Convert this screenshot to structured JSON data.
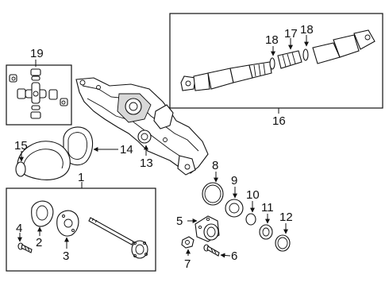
{
  "callouts": [
    "1",
    "2",
    "3",
    "4",
    "5",
    "6",
    "7",
    "8",
    "9",
    "10",
    "11",
    "12",
    "13",
    "14",
    "15",
    "16",
    "17",
    "18",
    "18",
    "19"
  ]
}
